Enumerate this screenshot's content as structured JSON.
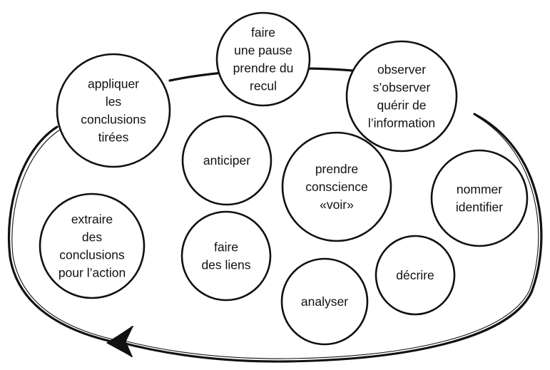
{
  "nodes": [
    {
      "id": "pause",
      "lines": [
        "faire",
        "une pause",
        "prendre du",
        "recul"
      ]
    },
    {
      "id": "observer",
      "lines": [
        "observer",
        "s’observer",
        "quérir de",
        "l’information"
      ]
    },
    {
      "id": "appliquer",
      "lines": [
        "appliquer",
        "les",
        "conclusions",
        "tirées"
      ]
    },
    {
      "id": "anticiper",
      "lines": [
        "anticiper"
      ]
    },
    {
      "id": "prendre",
      "lines": [
        "prendre",
        "conscience",
        "«voir»"
      ]
    },
    {
      "id": "nommer",
      "lines": [
        "nommer",
        "identifier"
      ]
    },
    {
      "id": "extraire",
      "lines": [
        "extraire",
        "des",
        "conclusions",
        "pour l’action"
      ]
    },
    {
      "id": "liens",
      "lines": [
        "faire",
        "des liens"
      ]
    },
    {
      "id": "decrire",
      "lines": [
        "décrire"
      ]
    },
    {
      "id": "analyser",
      "lines": [
        "analyser"
      ]
    }
  ],
  "colors": {
    "stroke": "#111111",
    "fill": "#ffffff",
    "text": "#111111"
  }
}
